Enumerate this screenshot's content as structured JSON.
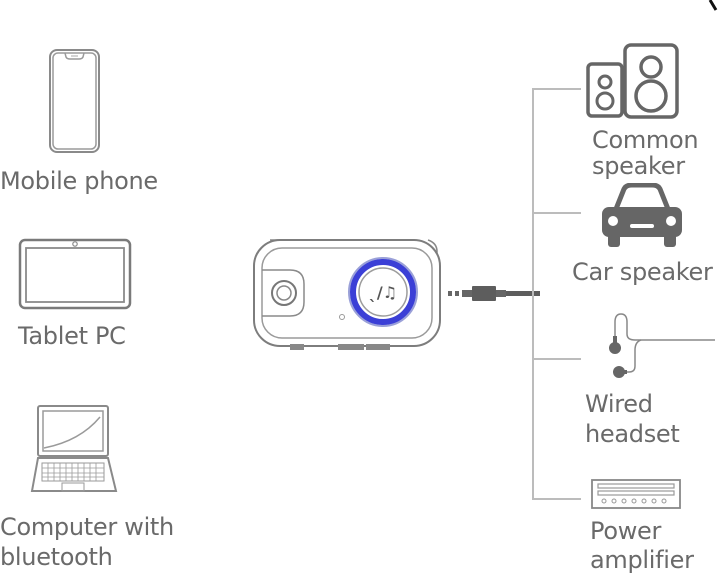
{
  "sources": [
    {
      "label": "Mobile phone",
      "icon": "mobile-phone-icon"
    },
    {
      "label": "Tablet PC",
      "icon": "tablet-icon"
    },
    {
      "label_line1": "Computer with",
      "label_line2": "bluetooth",
      "icon": "laptop-icon"
    }
  ],
  "device": {
    "icon": "bluetooth-audio-adapter-icon",
    "button_glyph": "call-music-icon",
    "ring_color": "#3b3fd6"
  },
  "outputs": [
    {
      "label_line1": "Common",
      "label_line2": "speaker",
      "icon": "speaker-icon"
    },
    {
      "label": "Car speaker",
      "icon": "car-icon"
    },
    {
      "label_line1": "Wired",
      "label_line2": "headset",
      "icon": "earphones-icon"
    },
    {
      "label_line1": "Power",
      "label_line2": "amplifier",
      "icon": "amplifier-icon"
    }
  ],
  "colors": {
    "stroke": "#7a7a7a",
    "fill": "#666666",
    "text": "#6a6a6a",
    "line": "#bcbcbc"
  }
}
